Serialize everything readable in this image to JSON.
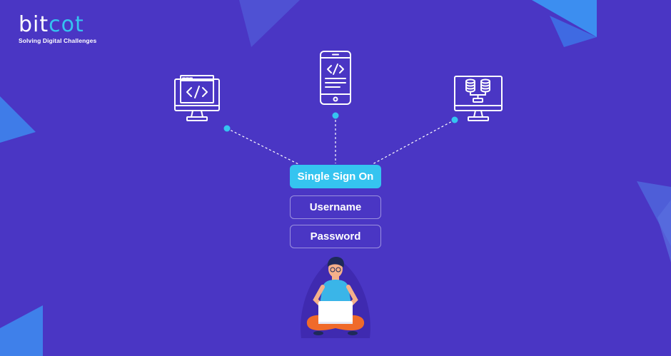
{
  "brand": {
    "name_prefix": "bit",
    "name_suffix": "cot",
    "tagline": "Solving Digital Challenges"
  },
  "colors": {
    "background": "#4a36c4",
    "accent": "#35c4f0",
    "white": "#ffffff",
    "shirt": "#3ab5e8",
    "pants": "#f06a2a"
  },
  "icons": [
    "desktop-code-icon",
    "mobile-code-icon",
    "desktop-database-icon"
  ],
  "sso": {
    "primary_label": "Single Sign On",
    "username_label": "Username",
    "password_label": "Password"
  }
}
